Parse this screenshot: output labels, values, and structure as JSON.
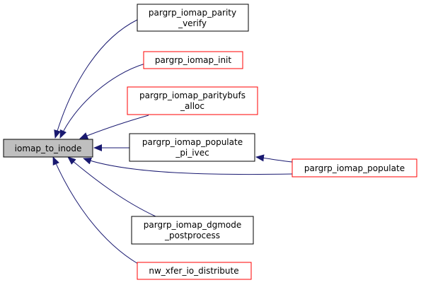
{
  "colors": {
    "edge": "#191970",
    "focus_fill": "#bfbfbf",
    "focus_border": "#000000",
    "black_border": "#000000",
    "red_border": "#ff0000",
    "node_fill": "#ffffff"
  },
  "graph": {
    "focus": {
      "label": "iomap_to_inode"
    },
    "nodes": {
      "parity_verify": {
        "lines": [
          "pargrp_iomap_parity",
          "_verify"
        ],
        "border": "black"
      },
      "iomap_init": {
        "lines": [
          "pargrp_iomap_init"
        ],
        "border": "red"
      },
      "paritybufs_alloc": {
        "lines": [
          "pargrp_iomap_paritybufs",
          "_alloc"
        ],
        "border": "red"
      },
      "populate_pi_ivec": {
        "lines": [
          "pargrp_iomap_populate",
          "_pi_ivec"
        ],
        "border": "black"
      },
      "iomap_populate": {
        "lines": [
          "pargrp_iomap_populate"
        ],
        "border": "red"
      },
      "dgmode_postprocess": {
        "lines": [
          "pargrp_iomap_dgmode",
          "_postprocess"
        ],
        "border": "black"
      },
      "xfer_io_distribute": {
        "lines": [
          "nw_xfer_io_distribute"
        ],
        "border": "red"
      }
    }
  }
}
